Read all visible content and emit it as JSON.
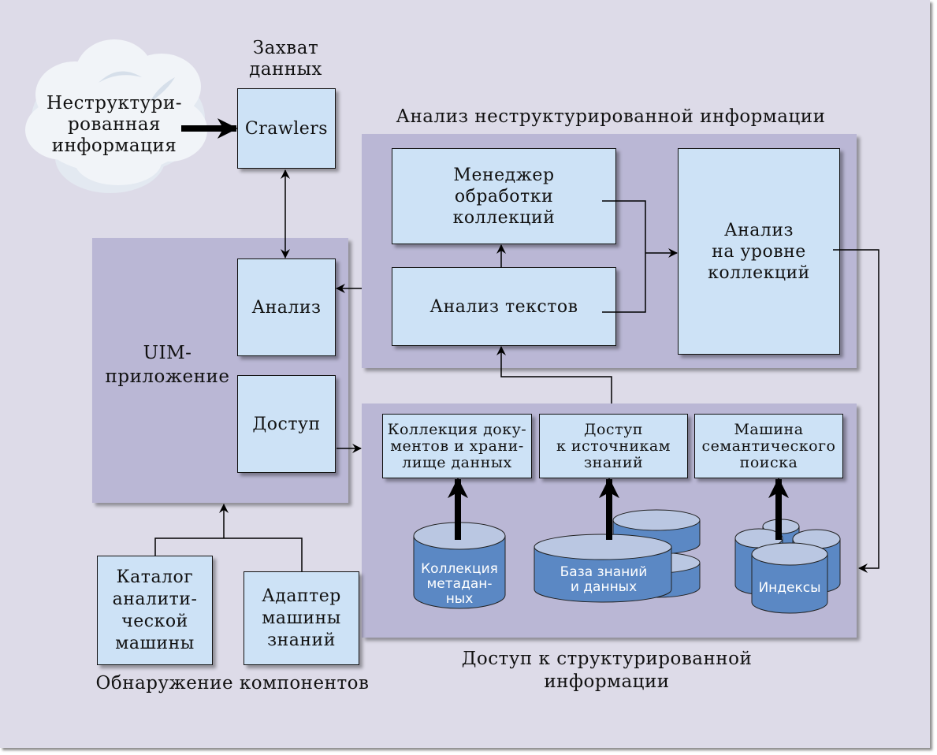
{
  "diagram": {
    "cloud_label": "Неструктури-\nрованная\nинформация",
    "capture": {
      "title": "Захват\nданных",
      "crawlers": "Crawlers"
    },
    "unstructured_analysis": {
      "title": "Анализ неструктурированной информации",
      "collection_manager": "Менеджер\nобработки\nколлекций",
      "text_analysis": "Анализ текстов",
      "collection_level_analysis": "Анализ\nна уровне\nколлекций"
    },
    "uim_application": {
      "title": "UIM-\nприложение",
      "analysis": "Анализ",
      "access": "Доступ"
    },
    "structured_access": {
      "title": "Доступ к структурированной\nинформации",
      "doc_collection": "Коллекция доку-\nментов и храни-\nлище данных",
      "knowledge_access": "Доступ\nк источникам\nзнаний",
      "semantic_search": "Машина\nсемантического\nпоиска",
      "metadata_db": "Коллекция\nметадан-\nных",
      "knowledge_db": "База знаний\nи данных",
      "indexes_db": "Индексы"
    },
    "component_discovery": {
      "title": "Обнаружение компонентов",
      "catalog": "Каталог\nаналити-\nческой\nмашины",
      "adapter": "Адаптер\nмашины\nзнаний"
    },
    "colors": {
      "frame_bg": "#dddbe8",
      "group_bg": "#bab7d5",
      "box_bg": "#cde2f6",
      "cylinder_side": "#5b88c4",
      "cylinder_top": "#bac7e2",
      "cloud": "#f1f4f8"
    }
  }
}
